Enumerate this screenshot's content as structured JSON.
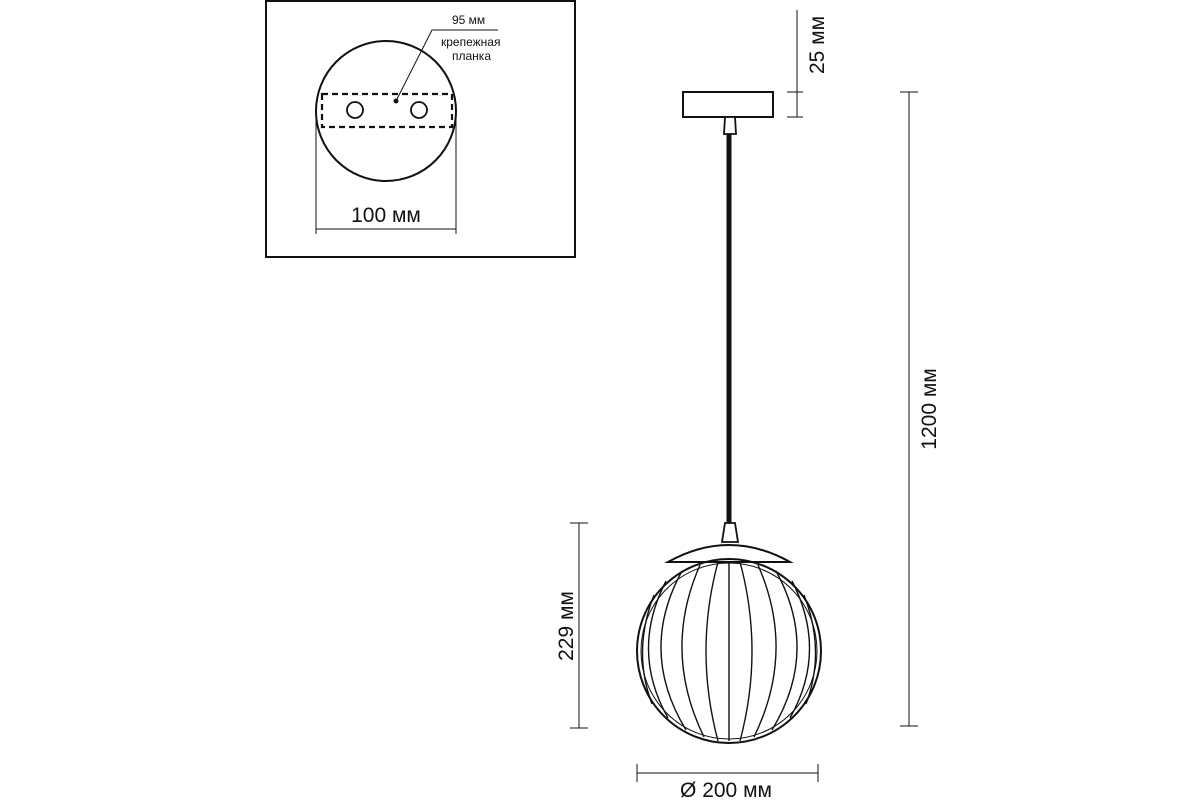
{
  "colors": {
    "line": "#111111",
    "background": "#ffffff"
  },
  "detail_view": {
    "slot_width_label": "95 мм",
    "bracket_label_line1": "крепежная",
    "bracket_label_line2": "планка",
    "canopy_diameter_label": "100 мм"
  },
  "main_view": {
    "canopy_height_label": "25 мм",
    "total_height_label": "1200 мм",
    "shade_height_label": "229 мм",
    "shade_diameter_label": "Ø 200 мм"
  }
}
